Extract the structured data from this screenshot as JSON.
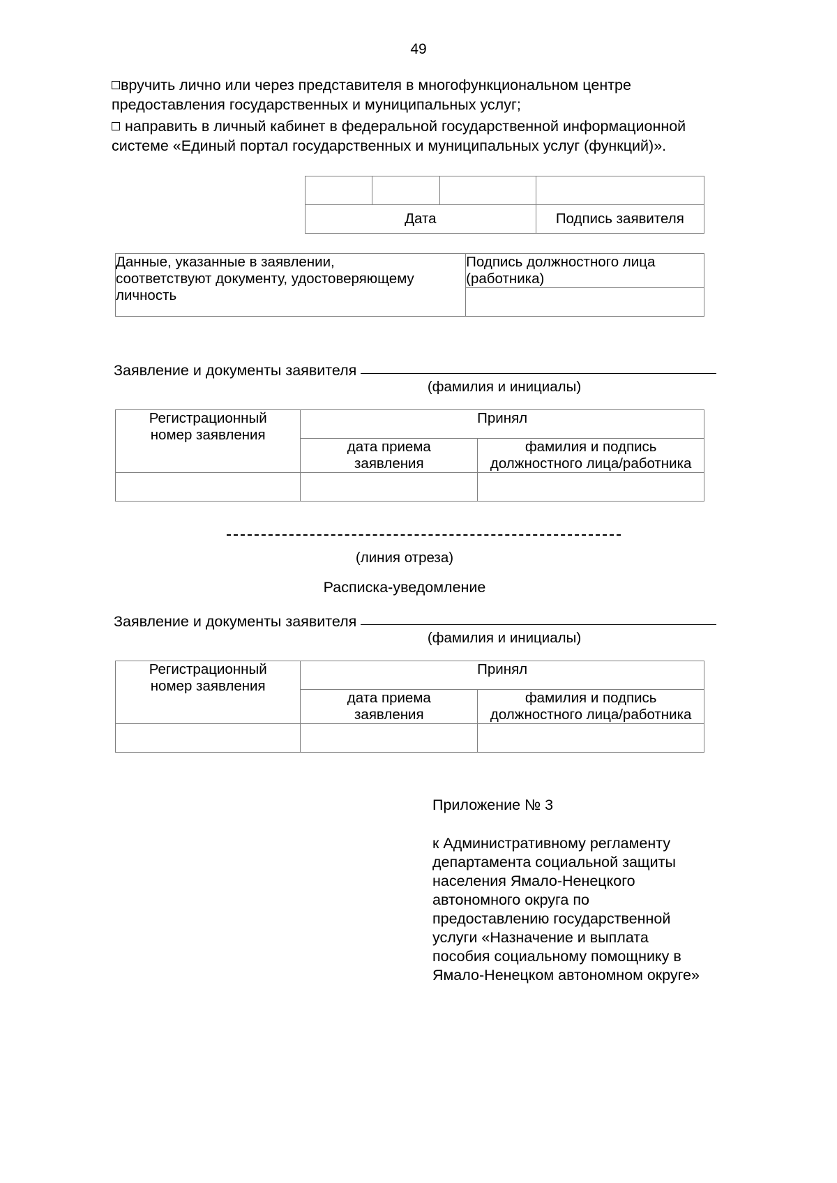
{
  "page": {
    "number": "49"
  },
  "intro": {
    "checkbox_glyph": "checkbox-empty",
    "options": [
      {
        "id": "deliver-in-person-mfc",
        "line1": "вручить  личнo  или  через  представителя  в  многофункциональном  центре",
        "line2": "предоставления государственных и муниципальных услуг;"
      },
      {
        "id": "send-to-personal-cabinet-epgu",
        "line1": "направить  в  личный  кабинет  в  федеральной  государственной  информационной",
        "line2": "системе «Единый портал государственных и муниципальных услуг (функций)»."
      }
    ]
  },
  "table_date_signature": {
    "name": "date-signature-table",
    "top_row_cells": [
      "",
      "",
      "",
      ""
    ],
    "label_date": "Дата",
    "label_signature": "Подпись заявителя"
  },
  "table_data_verification": {
    "name": "data-verification-table",
    "left_text_lines": [
      "Данные, указанные в заявлении,",
      "соответствуют документу, удостоверяющему",
      "личность"
    ],
    "right_text_lines": [
      "Подпись должностного лица",
      "(работника)"
    ],
    "right_empty_value": ""
  },
  "applicant_line": {
    "label": "Заявление и документы заявителя",
    "rule_value": "",
    "caption": "(фамилия и инициалы)"
  },
  "receipt_table": {
    "name": "registration-receipt-table",
    "col_registration": "Регистрационный\nномер заявления",
    "col_registration_line1": "Регистрационный",
    "col_registration_line2": "номер заявления",
    "col_accepted": "Принял",
    "col_date_line1": "дата приема",
    "col_date_line2": "заявления",
    "col_name_line1": "фамилия и подпись",
    "col_name_line2": "должностного лица/работника",
    "empty_values": [
      "",
      "",
      ""
    ]
  },
  "cut_section": {
    "caption": "(линия отреза)",
    "receipt_title": "Расписка-уведомление"
  },
  "appendix": {
    "title": "Приложение № 3",
    "body_lines": [
      "к Административному регламенту",
      "департамента социальной защиты",
      "населения Ямало-Ненецкого",
      "автономного округа по",
      "предоставлению государственной",
      "услуги «Назначение и выплата",
      "пособия социальному помощнику в",
      "Ямало-Ненецком автономном округе»"
    ]
  }
}
